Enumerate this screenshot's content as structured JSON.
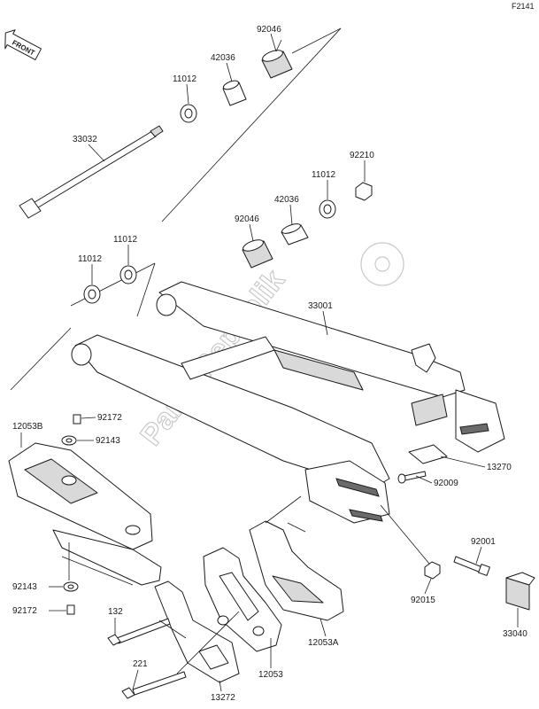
{
  "page_ref": "F2141",
  "front_label": "FRONT",
  "watermark": "Parts-Republik",
  "parts": {
    "p92046_top": "92046",
    "p42036_top": "42036",
    "p11012_top": "11012",
    "p33032": "33032",
    "p92210": "92210",
    "p11012_mid": "11012",
    "p42036_mid": "42036",
    "p92046_mid": "92046",
    "p11012_left_a": "11012",
    "p11012_left_b": "11012",
    "p33001": "33001",
    "p12053B": "12053B",
    "p92172_top": "92172",
    "p92143_top": "92143",
    "p13270": "13270",
    "p92009": "92009",
    "p92001": "92001",
    "p92015": "92015",
    "p92143_bot": "92143",
    "p92172_bot": "92172",
    "p132": "132",
    "p33040": "33040",
    "p12053A": "12053A",
    "p221": "221",
    "p12053": "12053",
    "p13272": "13272"
  }
}
